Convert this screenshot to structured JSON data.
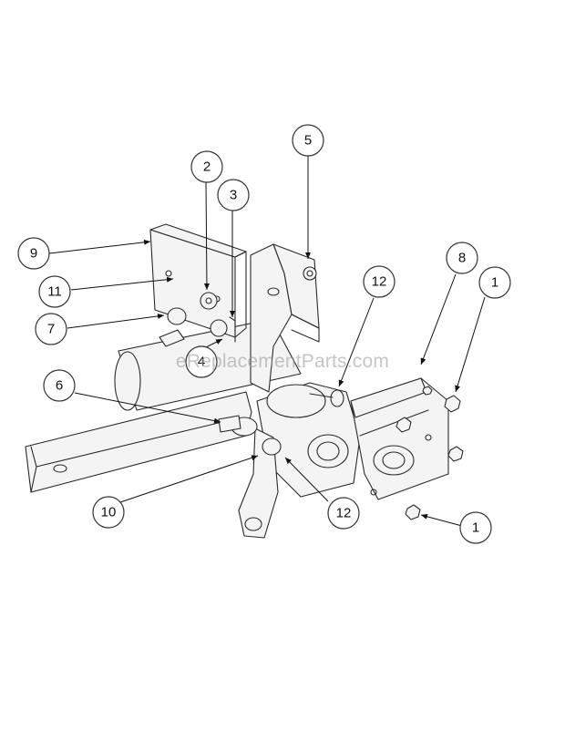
{
  "watermark": "eReplacementParts.com",
  "callouts": [
    {
      "id": "c-2",
      "label": "2"
    },
    {
      "id": "c-3",
      "label": "3"
    },
    {
      "id": "c-5",
      "label": "5"
    },
    {
      "id": "c-9",
      "label": "9"
    },
    {
      "id": "c-11",
      "label": "11"
    },
    {
      "id": "c-7",
      "label": "7"
    },
    {
      "id": "c-4",
      "label": "4"
    },
    {
      "id": "c-6",
      "label": "6"
    },
    {
      "id": "c-12a",
      "label": "12"
    },
    {
      "id": "c-8",
      "label": "8"
    },
    {
      "id": "c-1a",
      "label": "1"
    },
    {
      "id": "c-10",
      "label": "10"
    },
    {
      "id": "c-12b",
      "label": "12"
    },
    {
      "id": "c-1b",
      "label": "1"
    }
  ]
}
